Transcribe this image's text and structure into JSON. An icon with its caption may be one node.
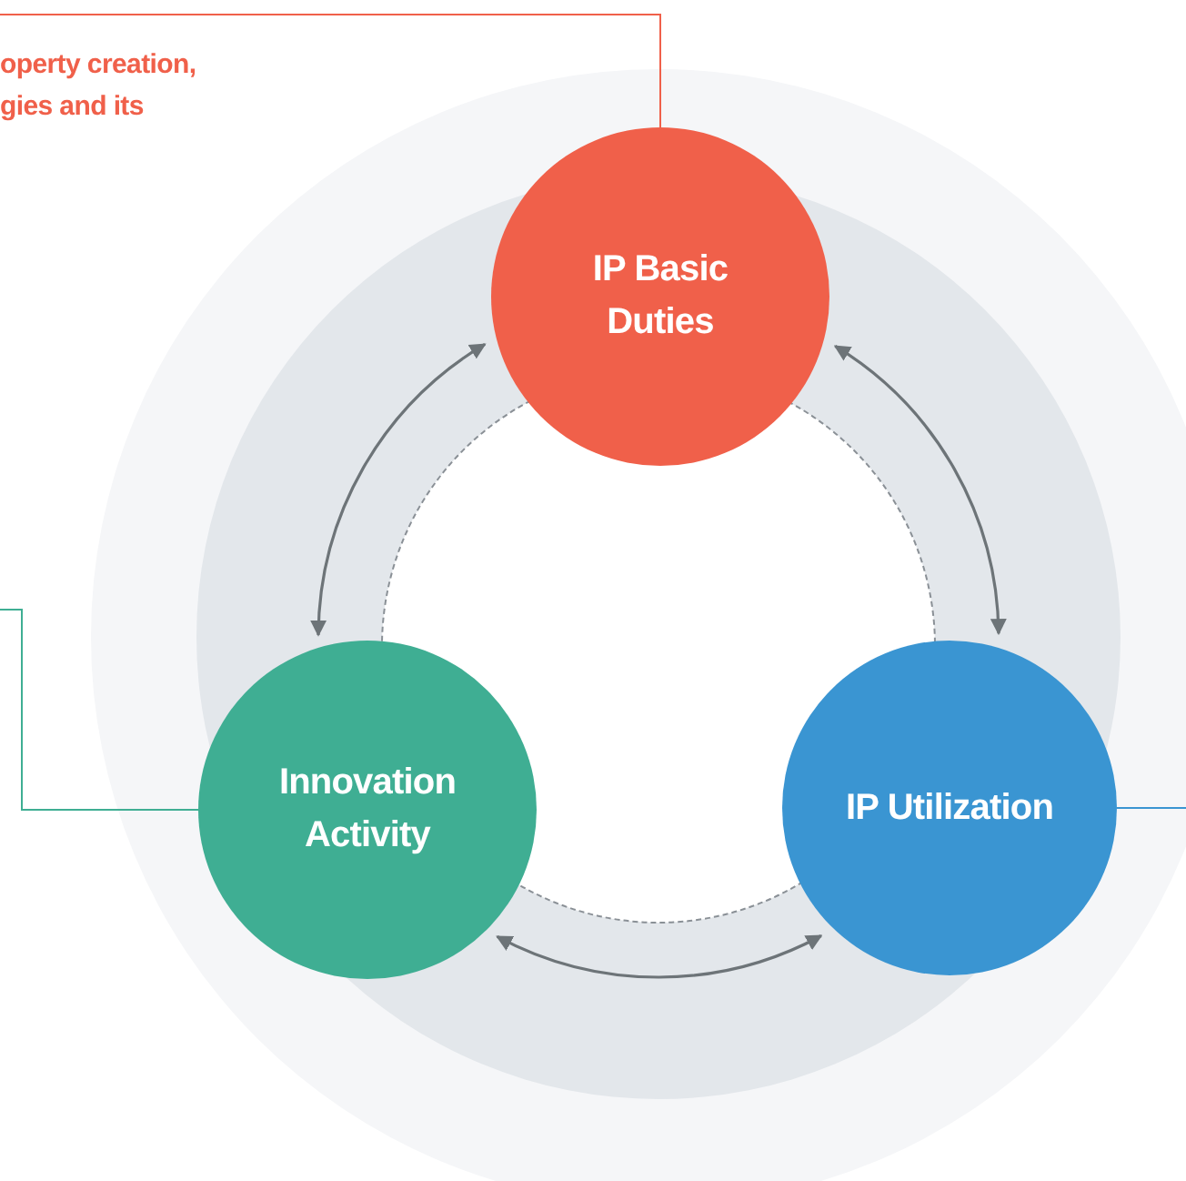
{
  "diagram": {
    "nodes": [
      {
        "text": [
          "operty creation, gies and its"
        ]
      },
      {
        "text": [
          "IP Basic Duties"
        ]
      },
      {
        "text": [
          "Innovation Activity"
        ]
      },
      {
        "text": [
          "IP Utilization"
        ]
      }
    ],
    "edges": [
      {
        "from": 0,
        "to": 1,
        "arrow": "none",
        "color": "#f0604a"
      },
      {
        "from": null,
        "to": 2,
        "arrow": "none",
        "color": "#3fae93"
      },
      {
        "from": 3,
        "to": null,
        "arrow": "none",
        "color": "#3a95d2"
      },
      {
        "from": 1,
        "to": 2,
        "arrow": "both"
      },
      {
        "from": 1,
        "to": 3,
        "arrow": "both"
      },
      {
        "from": 2,
        "to": 3,
        "arrow": "both"
      }
    ]
  }
}
